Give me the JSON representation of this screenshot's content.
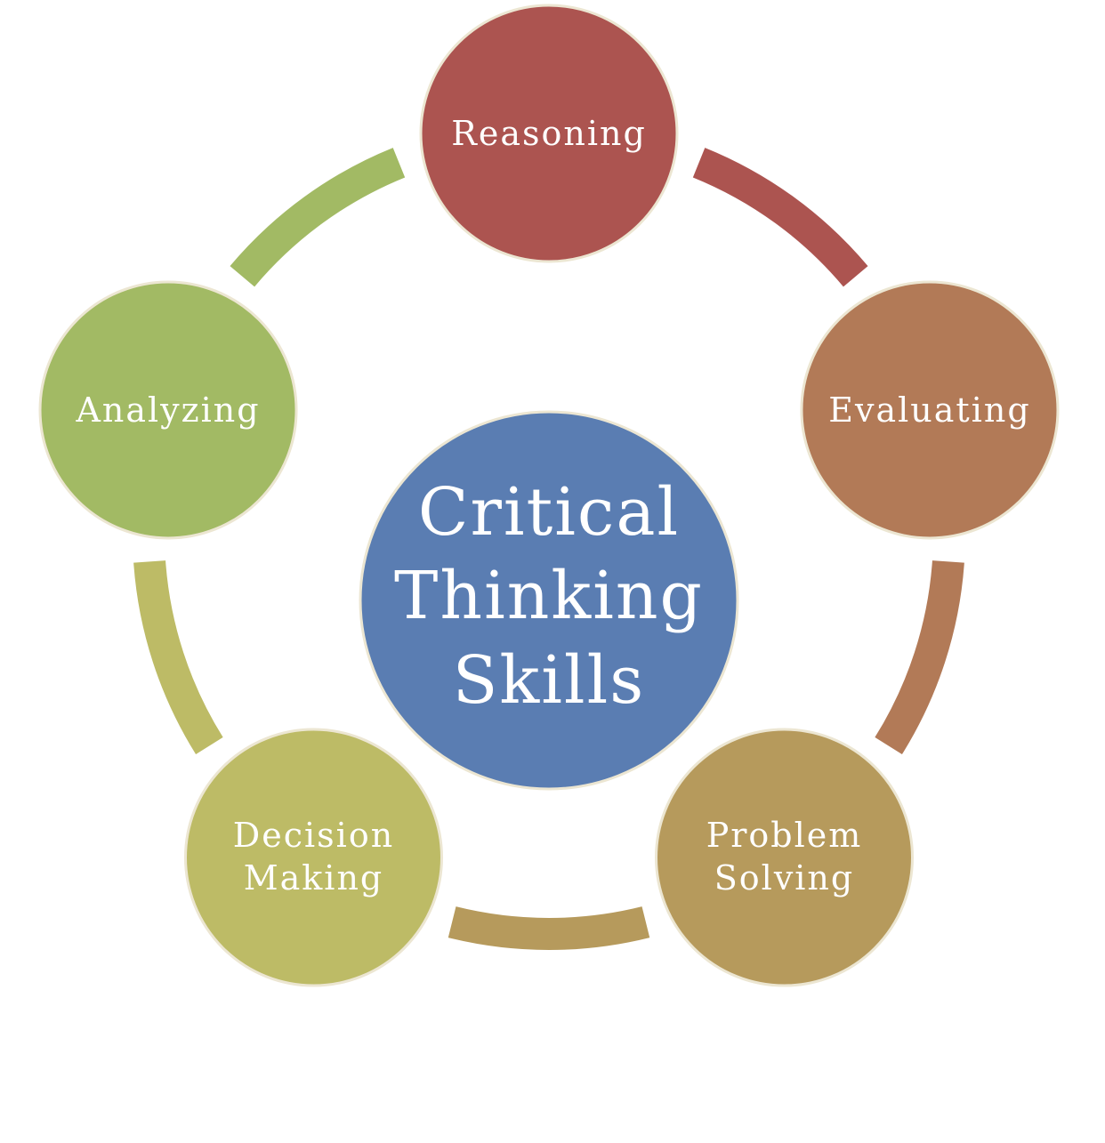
{
  "center": {
    "lines": [
      "Critical",
      "Thinking",
      "Skills"
    ],
    "color": "#5a7db2"
  },
  "nodes": [
    {
      "lines": [
        "Reasoning"
      ],
      "color": "#ac5450"
    },
    {
      "lines": [
        "Evaluating"
      ],
      "color": "#b27a57"
    },
    {
      "lines": [
        "Problem",
        "Solving"
      ],
      "color": "#b69a5c"
    },
    {
      "lines": [
        "Decision",
        "Making"
      ],
      "color": "#bdbb66"
    },
    {
      "lines": [
        "Analyzing"
      ],
      "color": "#a2ba64"
    }
  ],
  "connectors": [
    {
      "from": "Reasoning",
      "to": "Evaluating",
      "color": "#ac5450"
    },
    {
      "from": "Evaluating",
      "to": "Problem Solving",
      "color": "#b27a57"
    },
    {
      "from": "Problem Solving",
      "to": "Decision Making",
      "color": "#b69a5c"
    },
    {
      "from": "Decision Making",
      "to": "Analyzing",
      "color": "#bdbb66"
    },
    {
      "from": "Analyzing",
      "to": "Reasoning",
      "color": "#a2ba64"
    }
  ]
}
